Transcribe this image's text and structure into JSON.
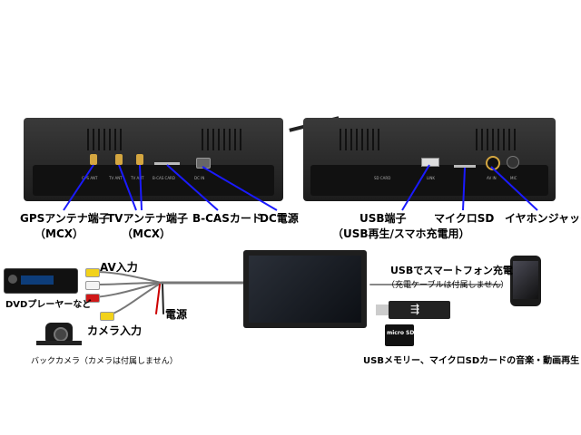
{
  "back_panel_left": {
    "port_marks": [
      "GPS ANT",
      "TV ANT",
      "TV ANT",
      "B-CAS CARD",
      "DC IN"
    ]
  },
  "back_panel_right": {
    "port_marks": [
      "SD CARD",
      "LINK",
      "AV IN",
      "MIC"
    ]
  },
  "labels": {
    "gps": "GPSアンテナ端子",
    "gps_sub": "（MCX）",
    "tv": "TVアンテナ端子",
    "tv_sub": "（MCX）",
    "bcas": "B-CASカード",
    "dc": "DC電源",
    "usb": "USB端子",
    "usb_sub": "（USB再生/スマホ充電用）",
    "microsd": "マイクロSD",
    "earphone": "イヤホンジャック",
    "av_in": "AV入力",
    "power": "電源",
    "camera_in": "カメラ入力",
    "dvd": "DVDプレーヤーなど",
    "back_camera": "バックカメラ（カメラは付属しません）",
    "usb_charge": "USBでスマートフォン充電",
    "usb_charge_note": "（充電ケーブルは付属しません）",
    "media_playback": "USBメモリー、マイクロSDカードの音楽・動画再生",
    "microsd_logo": "micro SD"
  },
  "colors": {
    "device_body": "#2b2b2b",
    "leader_line": "#1a1aff",
    "rca_yellow": "#f2d21a",
    "rca_white": "#f4f4f4",
    "rca_red": "#d01818",
    "power_red": "#cc0000"
  }
}
